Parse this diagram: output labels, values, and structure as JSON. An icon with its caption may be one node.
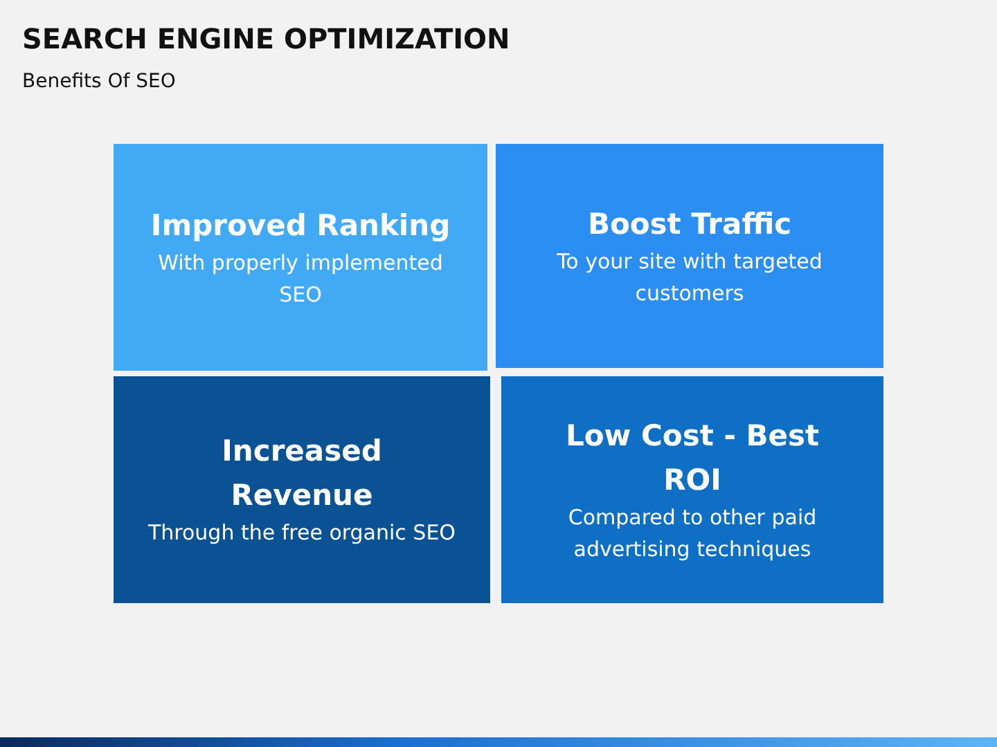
{
  "diagram": {
    "title": "SEARCH ENGINE OPTIMIZATION",
    "nodes": [
      {
        "text": [
          "Improved Ranking",
          "With properly implemented SEO"
        ]
      },
      {
        "text": [
          "Boost Traffic",
          "To your site with targeted customers"
        ]
      },
      {
        "text": [
          "Increased Revenue",
          "Through the free organic SEO"
        ]
      },
      {
        "text": [
          "Low Cost - Best ROI",
          "Compared to other paid advertising techniques"
        ]
      }
    ],
    "labels": [
      "Benefits Of SEO"
    ]
  }
}
